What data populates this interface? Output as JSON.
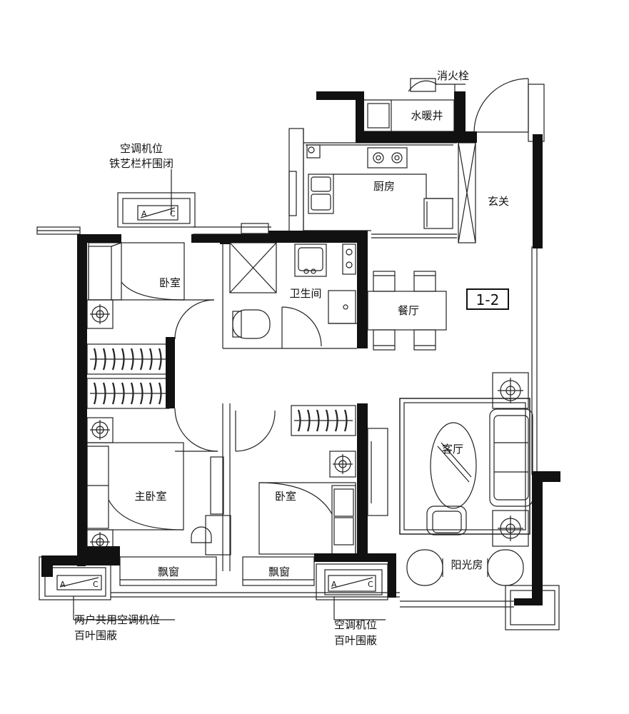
{
  "unit_code": "1-2",
  "rooms": {
    "bedroom_top": "卧室",
    "bathroom": "卫生间",
    "kitchen": "厨房",
    "water_shaft": "水暖井",
    "entrance": "玄关",
    "dining": "餐厅",
    "living": "客厅",
    "master_bedroom": "主卧室",
    "bedroom_middle": "卧室",
    "bay_window_left": "飘窗",
    "bay_window_right": "飘窗",
    "sunroom": "阳光房"
  },
  "annotations": {
    "hydrant": "消火栓",
    "ac_top_line1": "空调机位",
    "ac_top_line2": "铁艺栏杆围闭",
    "ac_bottom_left_line1": "两户共用空调机位",
    "ac_bottom_left_line2": "百叶围蔽",
    "ac_bottom_right_line1": "空调机位",
    "ac_bottom_right_line2": "百叶围蔽"
  },
  "ac_unit": {
    "left": "A",
    "right": "C"
  }
}
